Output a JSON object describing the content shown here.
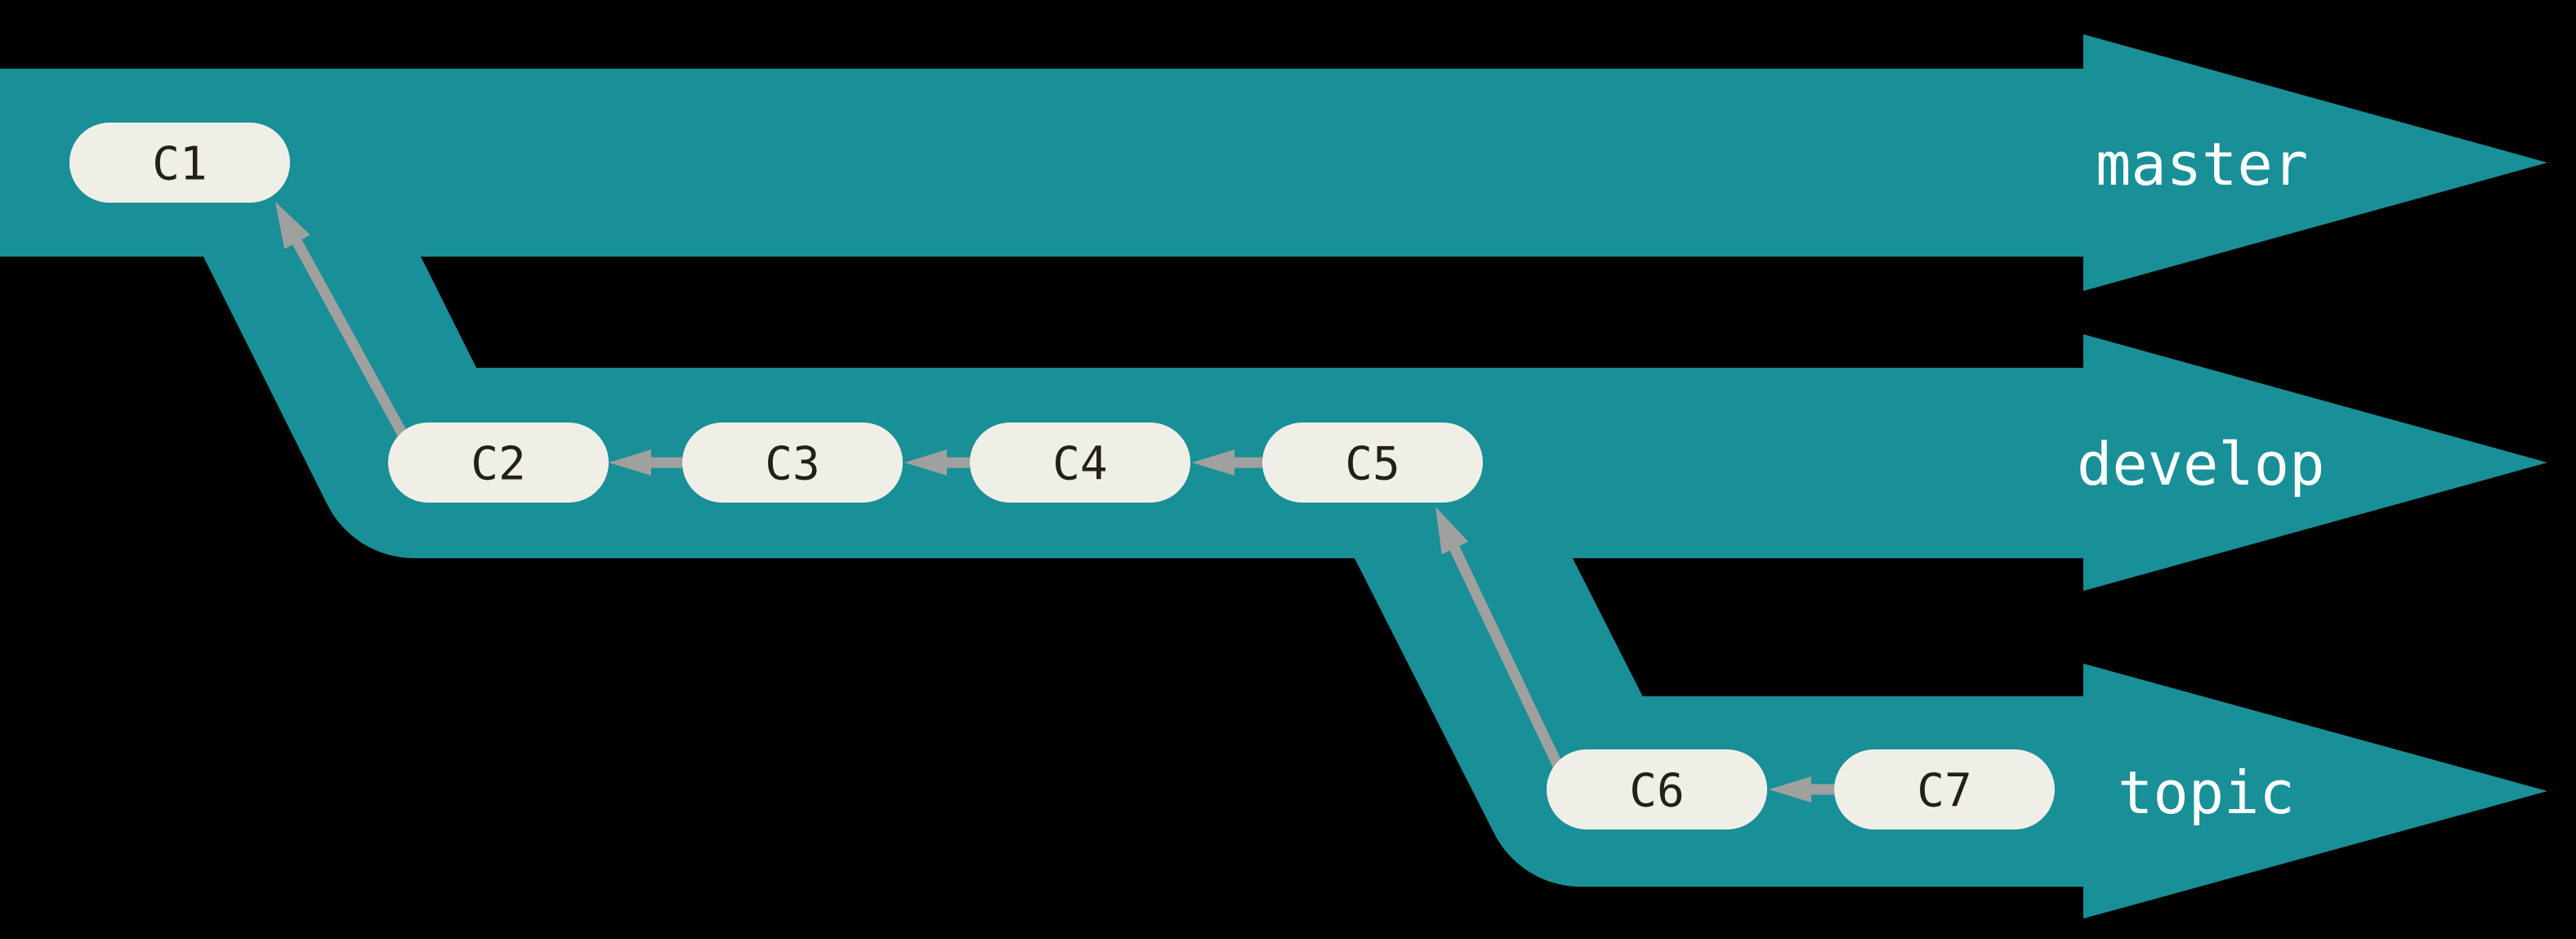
{
  "diagram": {
    "type": "git-branching-diagram",
    "background_color": "#000000",
    "branch_color": "#198F98",
    "commit_fill": "#F0EFE7",
    "commit_text_color": "#22201B",
    "arrow_color": "#A0A09E",
    "label_color": "#FFFFFF"
  },
  "branches": [
    {
      "name": "master",
      "commits": [
        {
          "id": "C1"
        }
      ]
    },
    {
      "name": "develop",
      "commits": [
        {
          "id": "C2"
        },
        {
          "id": "C3"
        },
        {
          "id": "C4"
        },
        {
          "id": "C5"
        }
      ]
    },
    {
      "name": "topic",
      "commits": [
        {
          "id": "C6"
        },
        {
          "id": "C7"
        }
      ]
    }
  ],
  "edges": [
    {
      "from": "C2",
      "to": "C1"
    },
    {
      "from": "C3",
      "to": "C2"
    },
    {
      "from": "C4",
      "to": "C3"
    },
    {
      "from": "C5",
      "to": "C4"
    },
    {
      "from": "C6",
      "to": "C5"
    },
    {
      "from": "C7",
      "to": "C6"
    }
  ]
}
